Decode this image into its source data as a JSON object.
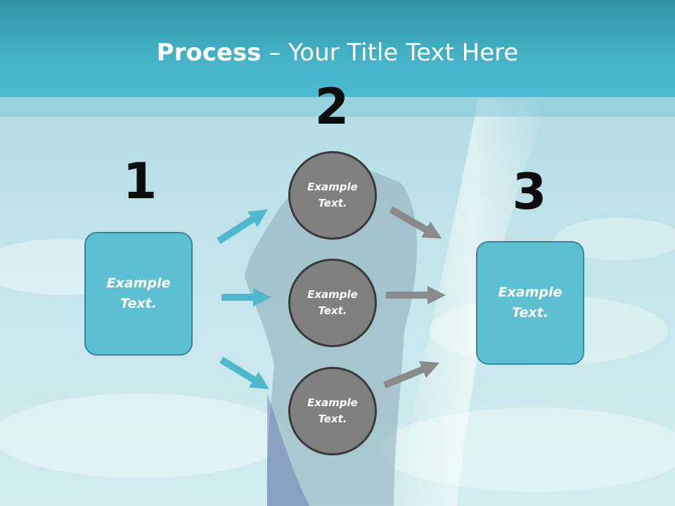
{
  "slide": {
    "title_bold": "Process",
    "title_sep": "–",
    "title_rest": "Your Title Text Here"
  },
  "numbers": [
    "1",
    "2",
    "3"
  ],
  "left_box": {
    "text": "Example Text."
  },
  "circles": [
    {
      "text": "Example Text."
    },
    {
      "text": "Example Text."
    },
    {
      "text": "Example Text."
    }
  ],
  "right_box": {
    "text": "Example Text."
  },
  "colors": {
    "header": "#45b2c6",
    "box_fill": "#5cc0d2",
    "circle_fill": "#808080",
    "left_arrows": "#4fb8cc",
    "right_arrows": "#8a8a8a"
  }
}
